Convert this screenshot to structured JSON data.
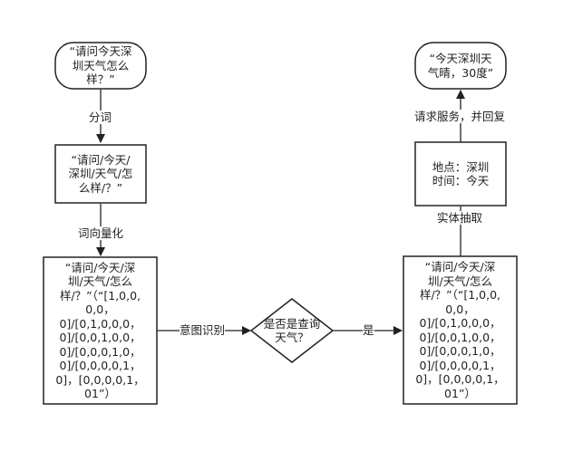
{
  "nodes": {
    "start": {
      "text": "“请问今天深\n圳天气怎么\n样？”"
    },
    "segmented": {
      "text": "“请问/今天/\n深圳/天气/怎\n么样/？”"
    },
    "vectorized_left": {
      "text": "“请问/今天/深\n圳/天气/怎么\n样/？”（“[1,0,0,\n0,0，\n0]/[0,1,0,0,0，\n0]/[0,0,1,0,0，\n0]/[0,0,0,1,0，\n0]/[0,0,0,0,1，\n0]，[0,0,0,0,1，\n01”）"
    },
    "decision": {
      "text": "是否是查询\n天气？"
    },
    "vectorized_right": {
      "text": "“请问/今天/深\n圳/天气/怎么\n样/？”（“[1,0,0,\n0,0，\n0]/[0,1,0,0,0，\n0]/[0,0,1,0,0，\n0]/[0,0,0,1,0，\n0]/[0,0,0,0,1，\n0]，[0,0,0,0,1，\n01”）"
    },
    "entities": {
      "text": "地点：深圳\n时间：今天"
    },
    "result": {
      "text": "“今天深圳天\n气晴，30度”"
    }
  },
  "edges": {
    "segment": "分词",
    "vectorize": "词向量化",
    "intent": "意图识别",
    "yes": "是",
    "extract": "实体抽取",
    "request": "请求服务，并回复"
  },
  "colors": {
    "stroke": "#222222",
    "fill": "#ffffff",
    "text": "#222222"
  }
}
